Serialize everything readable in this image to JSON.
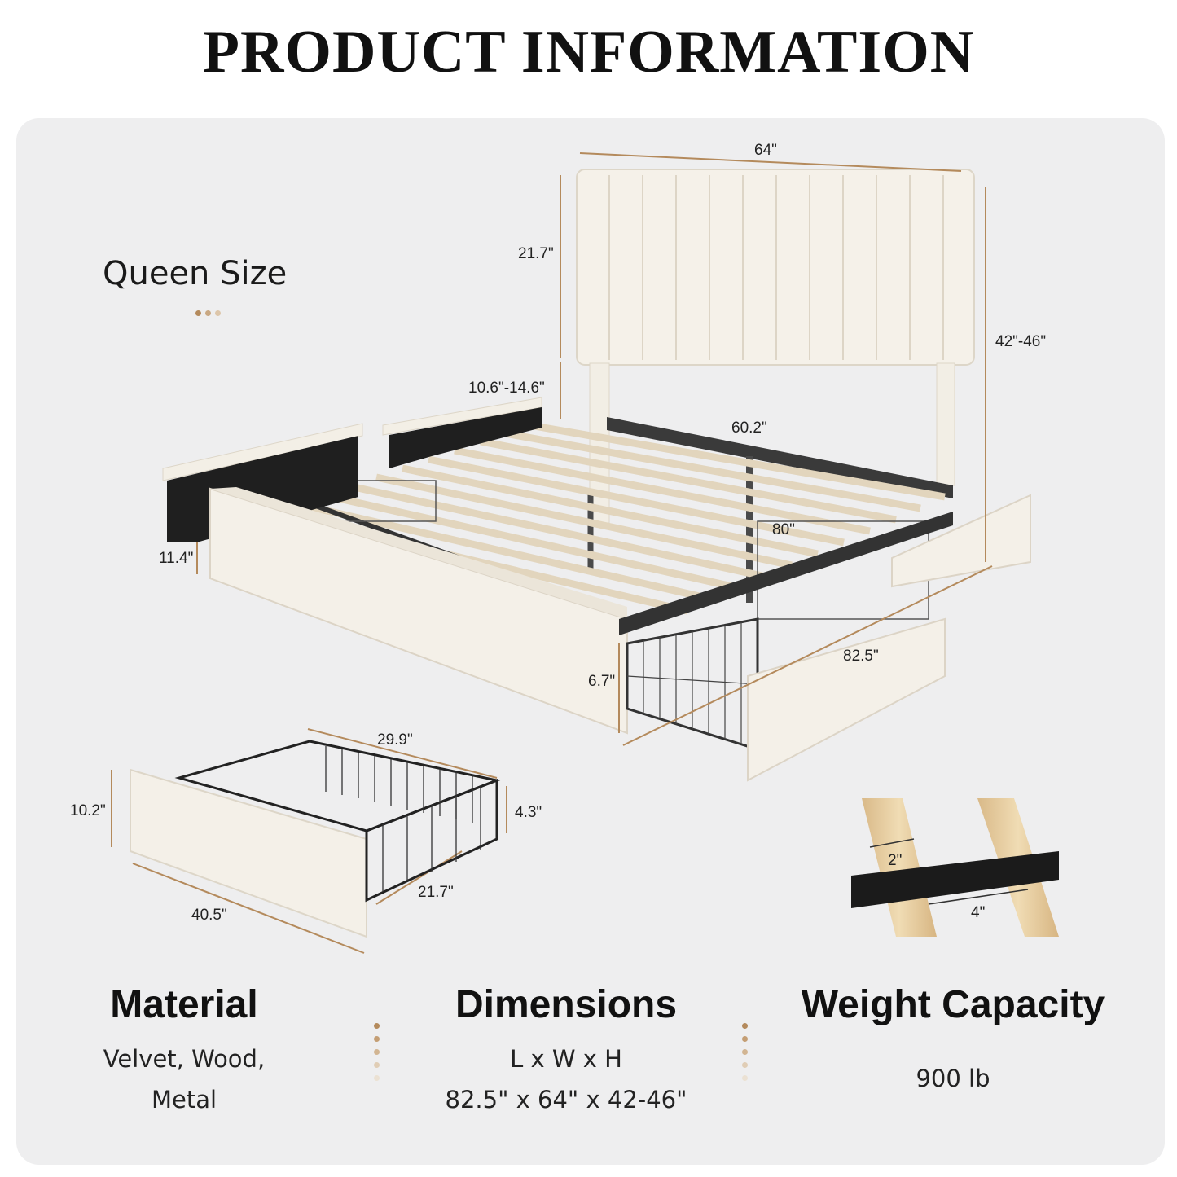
{
  "title": "PRODUCT INFORMATION",
  "subtitle": "Queen Size",
  "colors": {
    "panel": "#eeeeef",
    "accent": "#b48a5c",
    "fabric": "#f3efe6",
    "metal": "#2b2b2b",
    "wood": "#e7cfa3"
  },
  "dimensions": {
    "headboard_width": "64\"",
    "headboard_height": "21.7\"",
    "total_height": "42\"-46\"",
    "leg_adjust": "10.6\"-14.6\"",
    "inner_width": "60.2\"",
    "length_inner": "80\"",
    "length_total": "82.5\"",
    "underbed_clearance": "11.4\"",
    "rail_height": "6.7\"",
    "drawer_width": "29.9\"",
    "drawer_height": "4.3\"",
    "drawer_front_height": "10.2\"",
    "drawer_depth": "21.7\"",
    "drawer_front_length": "40.5\"",
    "slat_width": "2\"",
    "slat_gap": "4\""
  },
  "specs": {
    "material": {
      "heading": "Material",
      "line1": "Velvet, Wood,",
      "line2": "Metal"
    },
    "dimensions": {
      "heading": "Dimensions",
      "line1": "L x W x H",
      "line2": "82.5\" x 64\" x 42-46\""
    },
    "weight": {
      "heading": "Weight Capacity",
      "line1": "900 lb"
    }
  }
}
